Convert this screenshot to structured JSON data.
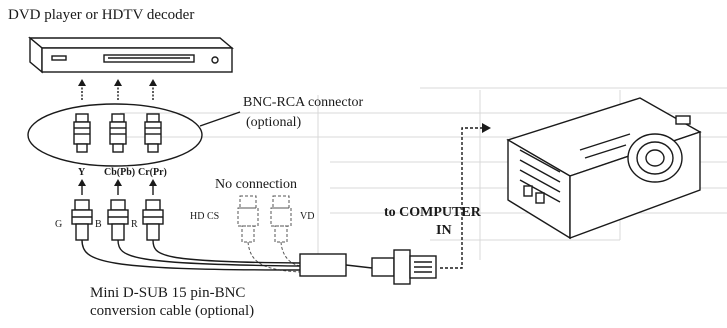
{
  "labels": {
    "source_device": "DVD player or HDTV decoder",
    "adapter": "BNC-RCA connector",
    "adapter_note": "(optional)",
    "rca_y": "Y",
    "rca_cb": "Cb(Pb)",
    "rca_cr": "Cr(Pr)",
    "no_connection": "No connection",
    "bnc_g": "G",
    "bnc_b": "B",
    "bnc_r": "R",
    "hd_cs": "HD CS",
    "vd": "VD",
    "computer_in_line1": "to COMPUTER",
    "computer_in_line2": "IN",
    "cable_line1": "Mini D-SUB 15 pin-BNC",
    "cable_line2": "conversion cable (optional)"
  },
  "icons": {
    "source": "dvd-player-icon",
    "rca": "rca-plug-icon",
    "bnc": "bnc-plug-icon",
    "dsub": "dsub-connector-icon",
    "projector": "projector-icon"
  }
}
